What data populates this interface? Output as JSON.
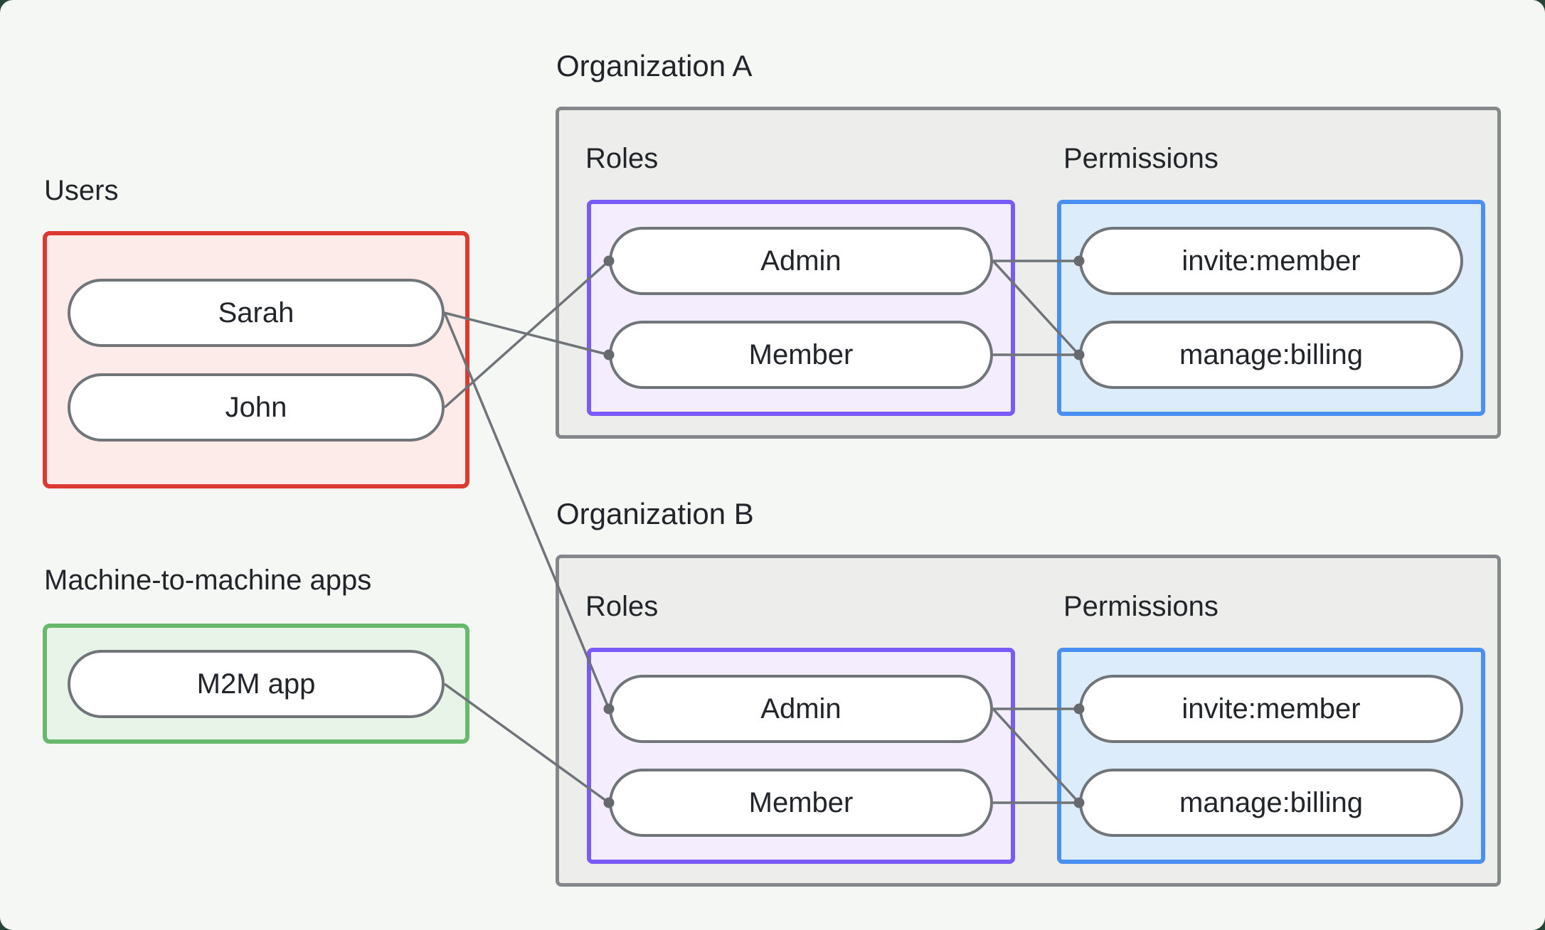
{
  "diagram": {
    "users": {
      "label": "Users",
      "items": [
        {
          "id": "sarah",
          "label": "Sarah"
        },
        {
          "id": "john",
          "label": "John"
        }
      ]
    },
    "m2m": {
      "label": "Machine-to-machine apps",
      "items": [
        {
          "id": "m2m-app",
          "label": "M2M app"
        }
      ]
    },
    "organizations": [
      {
        "id": "orgA",
        "title": "Organization A",
        "roles_label": "Roles",
        "permissions_label": "Permissions",
        "roles": [
          {
            "id": "orgA-admin",
            "label": "Admin"
          },
          {
            "id": "orgA-member",
            "label": "Member"
          }
        ],
        "permissions": [
          {
            "id": "orgA-invite-member",
            "label": "invite:member"
          },
          {
            "id": "orgA-manage-billing",
            "label": "manage:billing"
          }
        ]
      },
      {
        "id": "orgB",
        "title": "Organization B",
        "roles_label": "Roles",
        "permissions_label": "Permissions",
        "roles": [
          {
            "id": "orgB-admin",
            "label": "Admin"
          },
          {
            "id": "orgB-member",
            "label": "Member"
          }
        ],
        "permissions": [
          {
            "id": "orgB-invite-member",
            "label": "invite:member"
          },
          {
            "id": "orgB-manage-billing",
            "label": "manage:billing"
          }
        ]
      }
    ],
    "connections": [
      {
        "from": "sarah",
        "to": "orgA-member"
      },
      {
        "from": "john",
        "to": "orgA-admin"
      },
      {
        "from": "sarah",
        "to": "orgB-admin"
      },
      {
        "from": "m2m-app",
        "to": "orgB-member"
      },
      {
        "from": "orgA-admin",
        "to": "orgA-invite-member"
      },
      {
        "from": "orgA-admin",
        "to": "orgA-manage-billing"
      },
      {
        "from": "orgA-member",
        "to": "orgA-manage-billing"
      },
      {
        "from": "orgB-admin",
        "to": "orgB-invite-member"
      },
      {
        "from": "orgB-admin",
        "to": "orgB-manage-billing"
      },
      {
        "from": "orgB-member",
        "to": "orgB-manage-billing"
      }
    ],
    "colors": {
      "users_border": "#dc3a30",
      "users_fill": "#fcebe9",
      "m2m_border": "#67ba6c",
      "m2m_fill": "#e9f4e9",
      "roles_border": "#7a5af8",
      "roles_fill": "#f3edfd",
      "permissions_border": "#4a90f2",
      "permissions_fill": "#ddecfb",
      "org_border": "#84888b",
      "org_fill": "#ededec",
      "node_border": "#70757a",
      "node_fill": "#ffffff",
      "connector": "#6f7478",
      "connector_dot": "#66696d",
      "text": "#212529",
      "canvas": "#f5f7f5",
      "page_behind": "#244738"
    }
  }
}
